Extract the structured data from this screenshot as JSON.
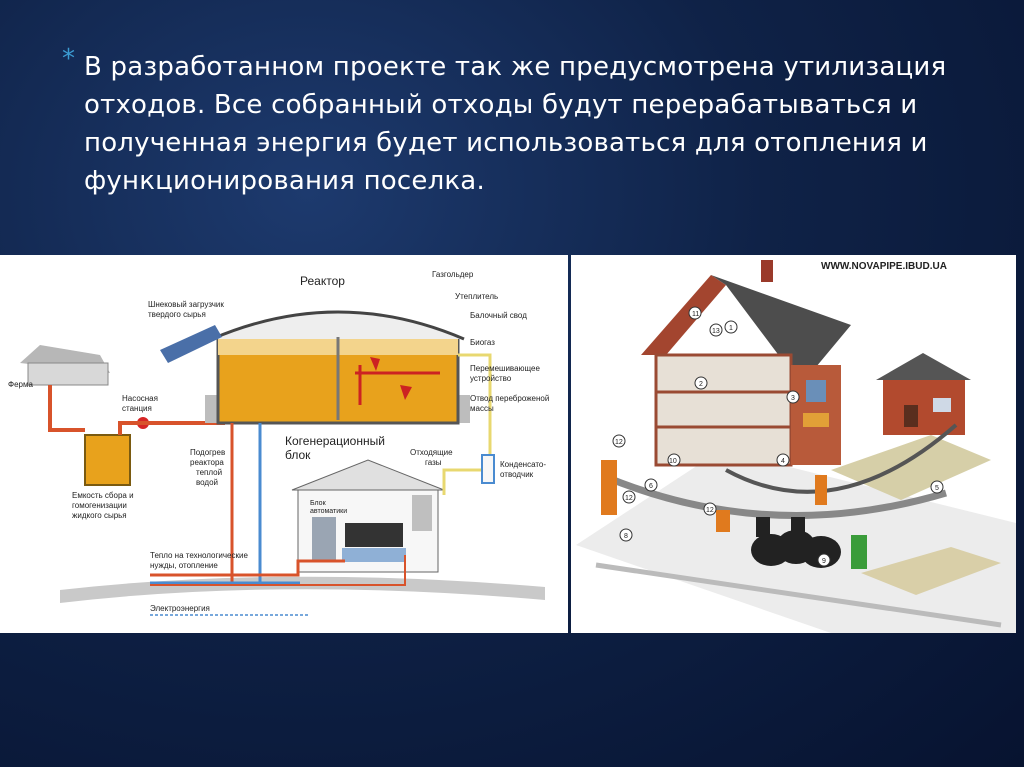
{
  "slide": {
    "bullet_symbol": "*",
    "text": "В разработанном проекте так же предусмотрена утилизация отходов. Все собранный отходы будут перерабатываться и полученная энергия будет использоваться для отопления и функционирования поселка."
  },
  "biogas_diagram": {
    "reactor": "Реактор",
    "gas_holder": "Газгольдер",
    "insulation": "Утеплитель",
    "beam_vault": "Балочный свод",
    "biogas": "Биогаз",
    "screw_loader_1": "Шнековый загрузчик",
    "screw_loader_2": "твердого сырья",
    "mixer_1": "Перемешивающее",
    "mixer_2": "устройство",
    "outlet_1": "Отвод переброженой",
    "outlet_2": "массы",
    "farm": "Ферма",
    "pump_1": "Насосная",
    "pump_2": "станция",
    "tank_1": "Емкость сбора и",
    "tank_2": "гомогенизации",
    "tank_3": "жидкого сырья",
    "heating_1": "Подогрев",
    "heating_2": "реактора",
    "heating_3": "теплой",
    "heating_4": "водой",
    "cogeneration_1": "Когенерационный",
    "cogeneration_2": "блок",
    "exhaust_1": "Отходящие",
    "exhaust_2": "газы",
    "condensate_1": "Конденсато-",
    "condensate_2": "отводчик",
    "automation_1": "Блок",
    "automation_2": "автоматики",
    "heat_1": "Тепло на технологические",
    "heat_2": "нужды, отопление",
    "electricity": "Электроэнергия"
  },
  "house_diagram": {
    "watermark": "WWW.NOVAPIPE.IBUD.UA",
    "markers": [
      "1",
      "2",
      "3",
      "4",
      "5",
      "6",
      "8",
      "9",
      "10",
      "11",
      "12",
      "12",
      "12",
      "13"
    ]
  },
  "colors": {
    "accent": "#3b9bd1",
    "reactor_fill": "#e8a21c",
    "pipe_heat": "#d8532b",
    "pipe_cold": "#4a8bd0"
  }
}
